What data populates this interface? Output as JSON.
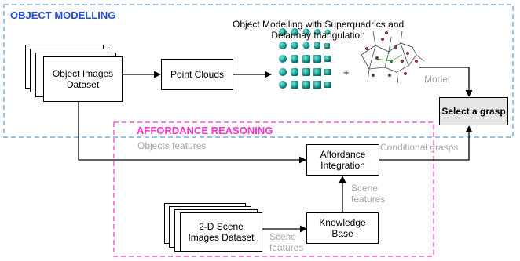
{
  "sections": {
    "object_modelling": "OBJECT MODELLING",
    "affordance_reasoning": "AFFORDANCE REASONING"
  },
  "boxes": {
    "object_images": "Object Images\nDataset",
    "point_clouds": "Point Clouds",
    "select_grasp": "Select a grasp",
    "affordance_integration": "Affordance\nIntegration",
    "knowledge_base": "Knowledge\nBase",
    "scene_images": "2-D Scene\nImages Dataset"
  },
  "labels": {
    "superquadrics_title": "Object Modelling with Superquadrics and\nDelaunay triangulation",
    "plus": "+",
    "model": "Model",
    "objects_features": "Objects features",
    "conditional_grasps": "Conditional grasps",
    "scene_features_upper": "Scene\nfeatures",
    "scene_features_lower": "Scene\nfeatures"
  },
  "colors": {
    "object_modelling_border": "#5b9bd5",
    "object_modelling_title": "#1f4fd8",
    "affordance_border": "#ff33cc",
    "affordance_title": "#ff33cc",
    "annotation_text": "#a6a6a6",
    "superquadric_fill": "#1aa39a",
    "select_grasp_fill": "#e6e6e6"
  },
  "icons": [
    "superquadrics-grid-icon",
    "delaunay-triangulation-icon"
  ]
}
